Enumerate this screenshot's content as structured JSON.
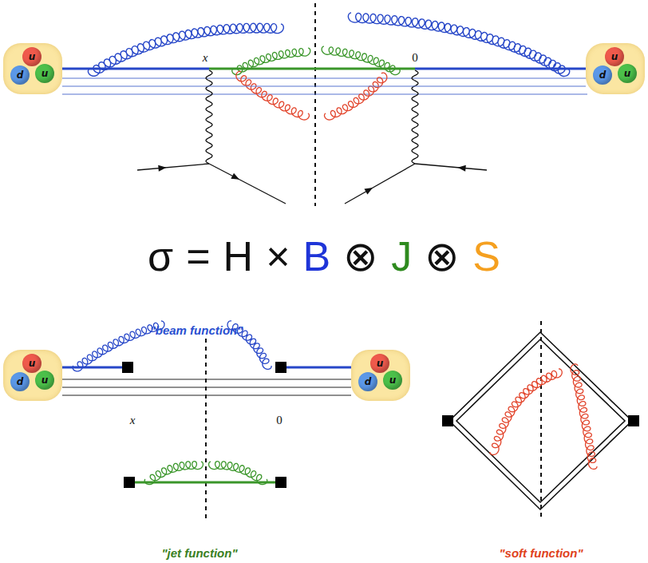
{
  "diagram": {
    "nodes": [
      {
        "text": [
          "u",
          "d",
          "u"
        ]
      },
      {
        "text": [
          "u",
          "d",
          "u"
        ]
      },
      {
        "text": [
          "u",
          "d",
          "u"
        ]
      },
      {
        "text": [
          "u",
          "d",
          "u"
        ]
      }
    ],
    "edges": [
      {
        "from": 0,
        "to": 1,
        "arrow": "none"
      },
      {
        "from": 2,
        "to": 3,
        "arrow": "none"
      }
    ],
    "labels": [
      "x",
      "0",
      "σ",
      "=",
      "H",
      "×",
      "B",
      "⊗",
      "J",
      "⊗",
      "S",
      "\"beam function\"",
      "x",
      "0",
      "\"jet function\"",
      "\"soft function\""
    ]
  }
}
